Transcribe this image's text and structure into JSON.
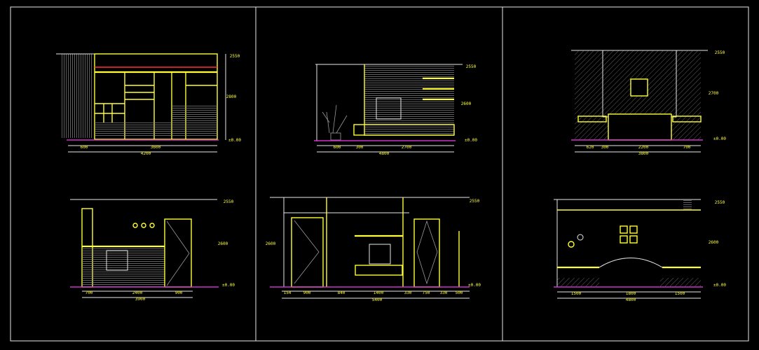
{
  "colors": {
    "background": "#000000",
    "outline": "#ffff33",
    "line": "#e8e8e8",
    "floor": "#cc33cc",
    "accent": "#ff3030"
  },
  "panels": [
    {
      "name": "wardrobe-elevation",
      "dims": [
        "600",
        "3600",
        "4200"
      ],
      "vdims": [
        "2800"
      ],
      "levels": [
        "2550",
        "±0.00"
      ]
    },
    {
      "name": "tv-wall-elevation",
      "dims": [
        "600",
        "300",
        "2700",
        "4800"
      ],
      "vdims": [
        "2600"
      ],
      "levels": [
        "2550",
        "±0.00"
      ]
    },
    {
      "name": "bed-wall-elevation",
      "dims": [
        "620",
        "300",
        "2200",
        "700",
        "3800"
      ],
      "vdims": [
        "2700"
      ],
      "levels": [
        "2550",
        "±0.00"
      ]
    },
    {
      "name": "desk-wall-elevation",
      "dims": [
        "700",
        "2400",
        "900",
        "3900"
      ],
      "vdims": [
        "2600"
      ],
      "levels": [
        "2550",
        "±0.00"
      ]
    },
    {
      "name": "door-wall-elevation",
      "dims": [
        "154",
        "900",
        "840",
        "1400",
        "330",
        "750",
        "330",
        "500",
        "5400"
      ],
      "vdims": [
        "2600"
      ],
      "levels": [
        "2550",
        "±0.00"
      ]
    },
    {
      "name": "bath-wall-elevation",
      "dims": [
        "1500",
        "1800",
        "1500",
        "4800"
      ],
      "vdims": [
        "2600"
      ],
      "levels": [
        "2550",
        "±0.00"
      ]
    }
  ]
}
